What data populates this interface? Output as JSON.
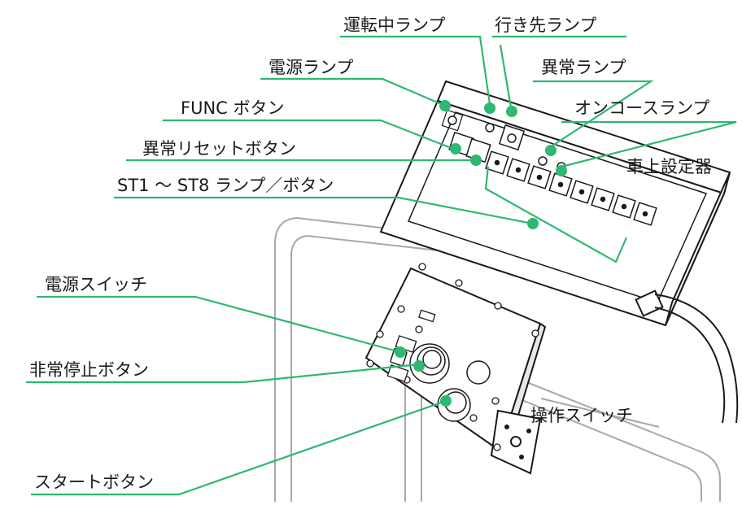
{
  "labels": {
    "running_lamp": "運転中ランプ",
    "destination_lamp": "行き先ランプ",
    "power_lamp": "電源ランプ",
    "error_lamp": "異常ランプ",
    "func_button": "FUNC ボタン",
    "oncourse_lamp": "オンコースランプ",
    "error_reset_button": "異常リセットボタン",
    "onboard_setter": "車上設定器",
    "st_lamp_button": "ST1 ～ ST8 ランプ／ボタン",
    "power_switch": "電源スイッチ",
    "emergency_stop_button": "非常停止ボタン",
    "operation_switch": "操作スイッチ",
    "start_button": "スタートボタン"
  },
  "colors": {
    "callout": "#2eb872",
    "outline": "#1a1a1a",
    "frame": "#a8a8a8"
  }
}
